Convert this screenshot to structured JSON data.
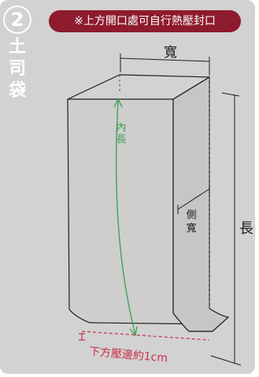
{
  "step_number": "2",
  "product_name": [
    "土",
    "司",
    "袋"
  ],
  "banner_text": "※上方開口處可自行熱壓封口",
  "dimensions": {
    "width_label": "寬",
    "length_label": "長",
    "inner_length_label": [
      "內",
      "長"
    ],
    "side_width_label": [
      "側",
      "寬"
    ],
    "bottom_seal_label": "下方壓邊約1cm"
  },
  "colors": {
    "panel": "#d2d2d2",
    "banner": "#8d1a2d",
    "inner_length": "#3fa35a",
    "bottom_seal": "#c8304a",
    "outline": "#1e1e1e"
  }
}
